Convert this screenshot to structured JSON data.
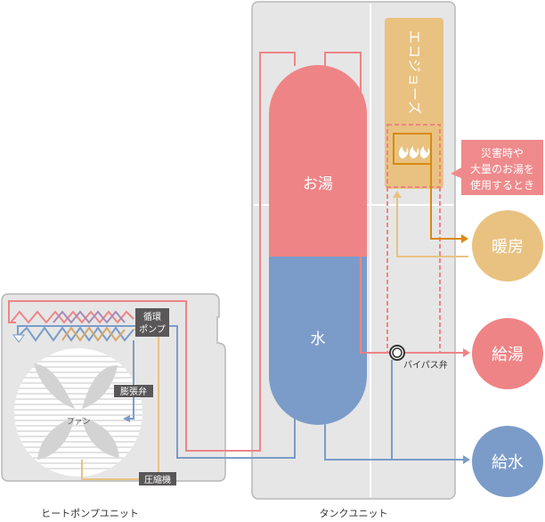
{
  "labels": {
    "heat_pump_unit": "ヒートポンプユニット",
    "tank_unit": "タンクユニット",
    "hot_water_tank": "お湯",
    "water_tank": "水",
    "ecojozu": "エコジョーズ",
    "flames": "🔥🔥🔥",
    "note_line1": "災害時や",
    "note_line2": "大量のお湯を",
    "note_line3": "使用するとき",
    "heating": "暖房",
    "hot_supply": "給湯",
    "water_supply": "給水",
    "bypass_valve": "バイパス弁",
    "pump_line1": "循環",
    "pump_line2": "ポンプ",
    "expansion_valve": "膨張弁",
    "fan": "ファン",
    "compressor": "圧縮機"
  },
  "colors": {
    "hot": "#ee8486",
    "cold": "#7b9cc9",
    "amber": "#e9c281",
    "amber_dark": "#d98a10",
    "unit_fill": "#e6e6e6",
    "unit_stroke": "#b7b7b7",
    "label_bg": "#595757",
    "note_bg": "#ef8a8c"
  }
}
